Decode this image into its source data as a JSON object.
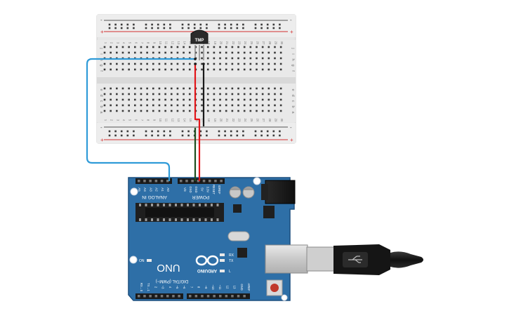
{
  "breadboard": {
    "row_letters_top": [
      "j",
      "i",
      "h",
      "g",
      "f"
    ],
    "row_letters_bottom": [
      "e",
      "d",
      "c",
      "b",
      "a"
    ],
    "column_numbers": [
      "1",
      "2",
      "3",
      "4",
      "5",
      "6",
      "7",
      "8",
      "9",
      "10",
      "11",
      "12",
      "13",
      "14",
      "15",
      "16",
      "17",
      "18",
      "19",
      "20",
      "21",
      "22",
      "23",
      "24",
      "25",
      "26",
      "27",
      "28",
      "29",
      "30"
    ],
    "rail_minus": "-",
    "rail_plus": "+"
  },
  "sensor": {
    "label": "TMP"
  },
  "arduino": {
    "brand": "ARDUINO",
    "model": "UNO",
    "power_header_label": "POWER",
    "analog_header_label": "ANALOG IN",
    "digital_header_label": "DIGITAL (PWM~)",
    "power_pins": [
      "IOREF",
      "RESET",
      "3.3V",
      "5V",
      "GND",
      "GND",
      "Vin"
    ],
    "analog_pins": [
      "A0",
      "A1",
      "A2",
      "A3",
      "A4",
      "A5"
    ],
    "digital_pins": [
      "AREF",
      "GND",
      "13",
      "12",
      "~11",
      "~10",
      "~9",
      "8",
      "7",
      "~6",
      "~5",
      "4",
      "~3",
      "2",
      "TX→1",
      "RX←0"
    ],
    "led_on": "ON",
    "led_tx": "TX",
    "led_rx": "RX",
    "led_l": "L"
  },
  "wires": {
    "signal_color": "#2f9bd8",
    "power_color": "#e3161a",
    "ground_color": "#1a1a1a",
    "ground_left_color": "#1e4d1e"
  },
  "colors": {
    "board_blue": "#2e6fa7",
    "board_dark": "#1c4f7e",
    "breadboard": "#e6e6e6",
    "rail_red": "#d32f2f"
  }
}
